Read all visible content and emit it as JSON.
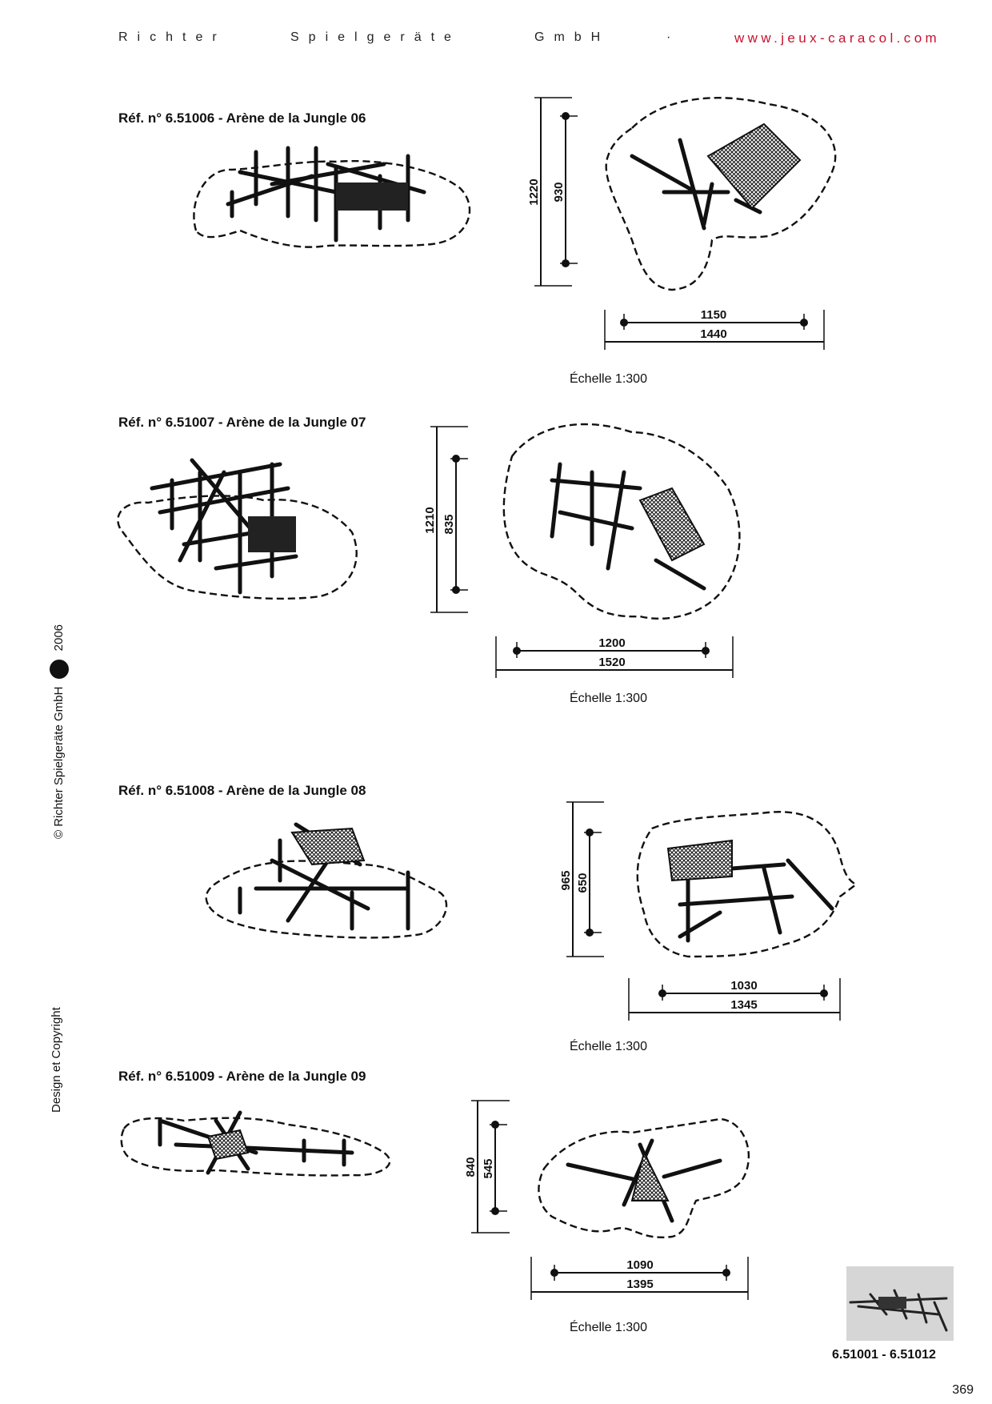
{
  "header": {
    "company_words": [
      "Richter",
      "Spielgeräte",
      "GmbH",
      "·"
    ],
    "url": "www.jeux-caracol.com"
  },
  "side": {
    "copyright": "© Richter Spielgeräte GmbH",
    "year": "2006",
    "design": "Design et Copyright"
  },
  "products": [
    {
      "title": "Réf. n° 6.51006 - Arène de la Jungle 06",
      "dims": {
        "v_outer": "1220",
        "v_inner": "930",
        "h_inner": "1150",
        "h_outer": "1440"
      },
      "scale": "Échelle 1:300"
    },
    {
      "title": "Réf. n° 6.51007 - Arène de la Jungle 07",
      "dims": {
        "v_outer": "1210",
        "v_inner": "835",
        "h_inner": "1200",
        "h_outer": "1520"
      },
      "scale": "Échelle 1:300"
    },
    {
      "title": "Réf. n° 6.51008 - Arène de la Jungle 08",
      "dims": {
        "v_outer": "965",
        "v_inner": "650",
        "h_inner": "1030",
        "h_outer": "1345"
      },
      "scale": "Échelle 1:300"
    },
    {
      "title": "Réf. n° 6.51009 - Arène de la Jungle 09",
      "dims": {
        "v_outer": "840",
        "v_inner": "545",
        "h_inner": "1090",
        "h_outer": "1395"
      },
      "scale": "Échelle 1:300"
    }
  ],
  "footer": {
    "range": "6.51001 - 6.51012",
    "page_number": "369"
  }
}
